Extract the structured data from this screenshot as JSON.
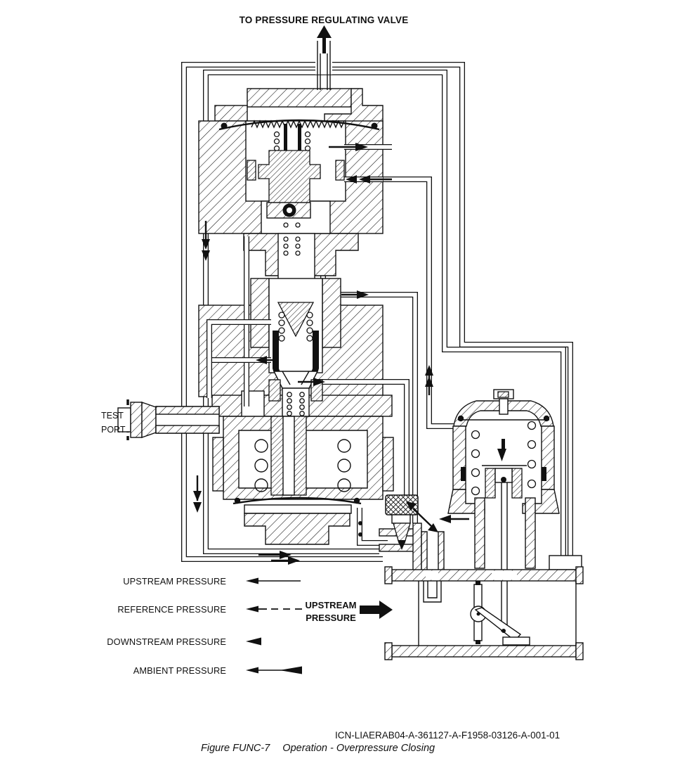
{
  "page": {
    "title": "TO PRESSURE REGULATING VALVE",
    "test_port_label": "TEST PORT",
    "inlet_label": "UPSTREAM PRESSURE",
    "legend": {
      "items": [
        {
          "label": "UPSTREAM PRESSURE",
          "style": "solid-line-left-arrow"
        },
        {
          "label": "REFERENCE PRESSURE",
          "style": "dashed-line-left-arrow"
        },
        {
          "label": "DOWNSTREAM PRESSURE",
          "style": "solid-arrowhead"
        },
        {
          "label": "AMBIENT PRESSURE",
          "style": "double-arrowhead-line"
        }
      ]
    },
    "footer": {
      "icn": "ICN-LIAERAB04-A-361127-A-F1958-03126-A-001-01",
      "figure_label": "Figure FUNC-7",
      "figure_title": "Operation - Overpressure Closing"
    }
  }
}
